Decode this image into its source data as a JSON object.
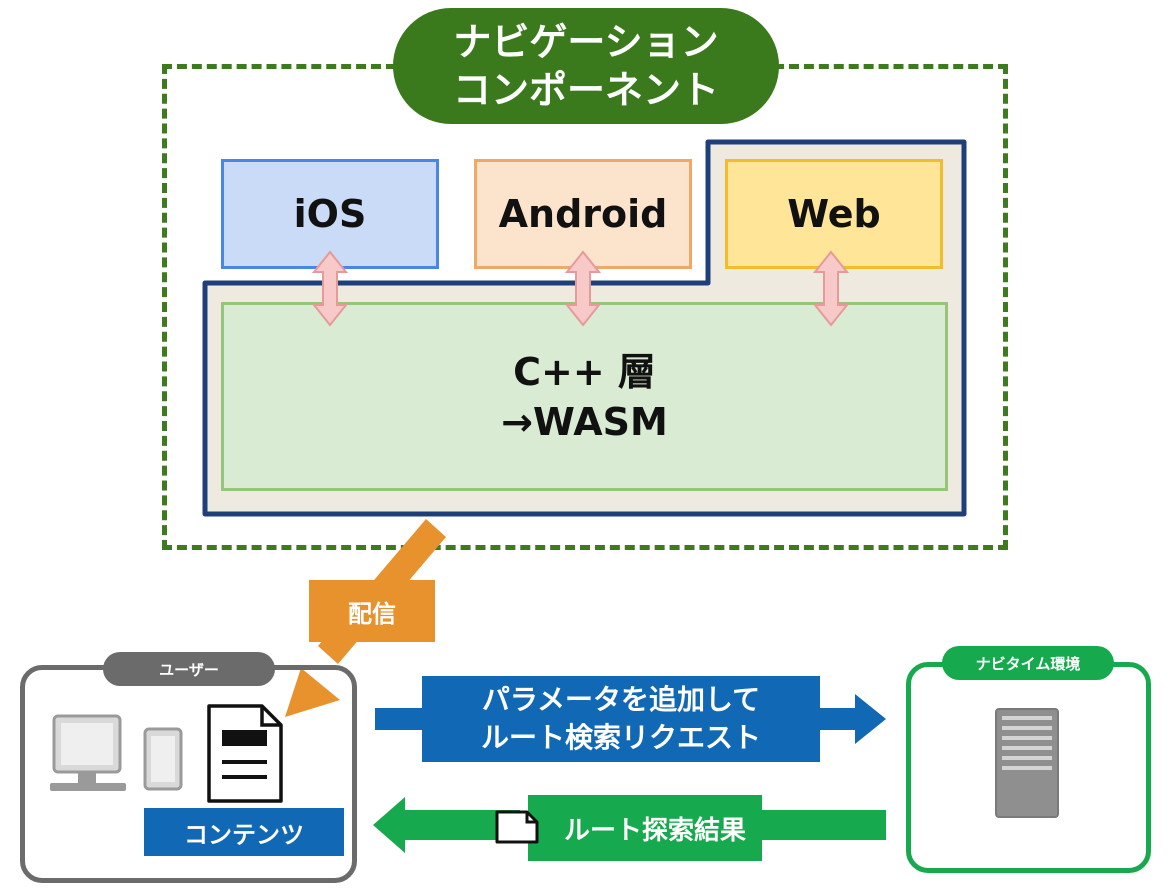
{
  "nav_component": {
    "title_line1": "ナビゲーション",
    "title_line2": "コンポーネント"
  },
  "platforms": {
    "ios": "iOS",
    "android": "Android",
    "web": "Web"
  },
  "cpp_layer": {
    "line1": "C++ 層",
    "line2": "→WASM"
  },
  "delivery": {
    "label": "配信"
  },
  "user": {
    "label": "ユーザー",
    "content_label": "コンテンツ"
  },
  "server": {
    "label": "ナビタイム環境"
  },
  "request": {
    "line1": "パラメータを追加して",
    "line2": "ルート検索リクエスト"
  },
  "result": {
    "label": "ルート探索結果"
  },
  "colors": {
    "nav_green": "#3a7a1c",
    "ios_blue": "#4a86e8",
    "android_orange": "#f0a868",
    "web_yellow": "#f2bd2a",
    "cpp_green": "#96c47a",
    "frame_navy": "#1f3f7a",
    "delivery_orange": "#e8922e",
    "request_blue": "#1168b5",
    "result_green": "#16a94e",
    "user_gray": "#6b6b6b"
  }
}
